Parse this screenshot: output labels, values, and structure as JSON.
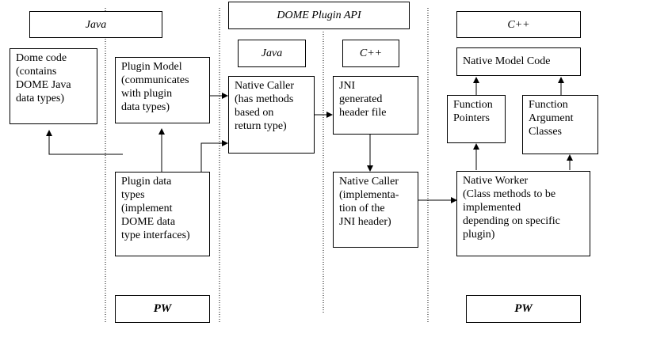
{
  "headers": {
    "java": "Java",
    "api": "DOME Plugin API",
    "api_java": "Java",
    "api_cpp": "C++",
    "cpp": "C++"
  },
  "boxes": {
    "dome_code": "Dome code\n(contains\nDOME Java\ndata types)",
    "plugin_model": "Plugin Model\n(communicates\nwith plugin\ndata types)",
    "plugin_data_types": "Plugin data\ntypes\n(implement\nDOME data\ntype interfaces)",
    "native_caller_java": "Native Caller\n(has methods\nbased on\nreturn type)",
    "jni_header": "JNI\ngenerated\nheader file",
    "native_caller_cpp": "Native Caller\n(implementa-\ntion of the\nJNI header)",
    "native_model_code": "Native Model Code",
    "function_pointers": "Function\nPointers",
    "function_argument_classes": "Function\nArgument\nClasses",
    "native_worker": "Native Worker\n(Class methods to be\nimplemented\ndepending on specific\nplugin)"
  },
  "pw": {
    "left": "PW",
    "right": "PW"
  }
}
